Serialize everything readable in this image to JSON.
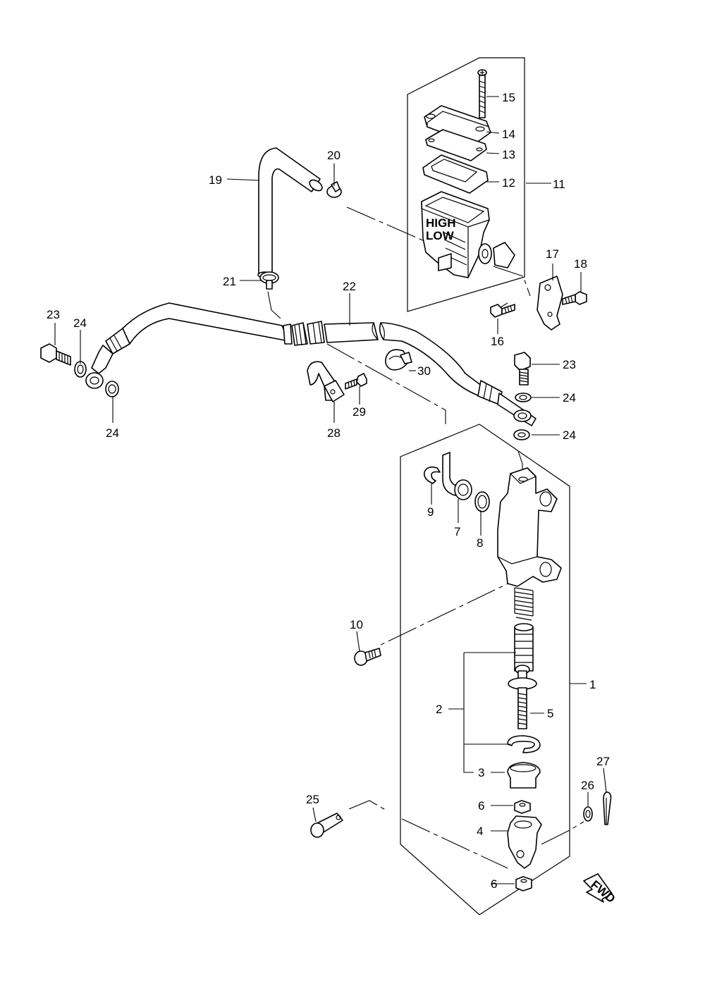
{
  "diagram": {
    "reservoir_markings": {
      "high": "HIGH",
      "low": "LOW"
    },
    "fwd_label": "FWD",
    "callouts": {
      "c1": "1",
      "c2": "2",
      "c3": "3",
      "c4": "4",
      "c5": "5",
      "c6a": "6",
      "c6b": "6",
      "c7": "7",
      "c8": "8",
      "c9": "9",
      "c10": "10",
      "c11": "11",
      "c12": "12",
      "c13": "13",
      "c14": "14",
      "c15": "15",
      "c16": "16",
      "c17": "17",
      "c18": "18",
      "c19": "19",
      "c20": "20",
      "c21": "21",
      "c22": "22",
      "c23a": "23",
      "c23b": "23",
      "c24a": "24",
      "c24b": "24",
      "c24c": "24",
      "c24d": "24",
      "c25": "25",
      "c26": "26",
      "c27": "27",
      "c28": "28",
      "c29": "29",
      "c30": "30"
    }
  }
}
